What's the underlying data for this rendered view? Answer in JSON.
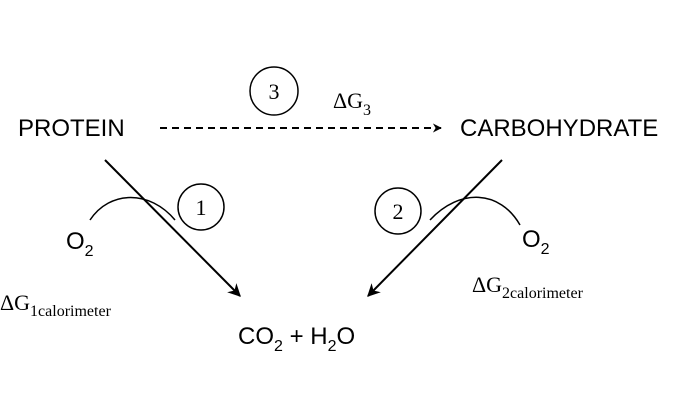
{
  "nodes": {
    "protein": "PROTEIN",
    "carbohydrate": "CARBOHYDRATE",
    "products": {
      "co": "CO",
      "co_sub": "2",
      "plus": " + H",
      "h2o_sub": "2",
      "o": "O"
    }
  },
  "steps": {
    "step1": "1",
    "step2": "2",
    "step3": "3"
  },
  "reagents": {
    "o2_left": {
      "o": "O",
      "sub": "2"
    },
    "o2_right": {
      "o": "O",
      "sub": "2"
    }
  },
  "energies": {
    "dg3": {
      "delta": "ΔG",
      "sub": "3"
    },
    "dg1": {
      "delta": "ΔG",
      "sub": "1calorimeter"
    },
    "dg2": {
      "delta": "ΔG",
      "sub": "2calorimeter"
    }
  },
  "colors": {
    "ink": "#000000",
    "background": "#ffffff"
  }
}
